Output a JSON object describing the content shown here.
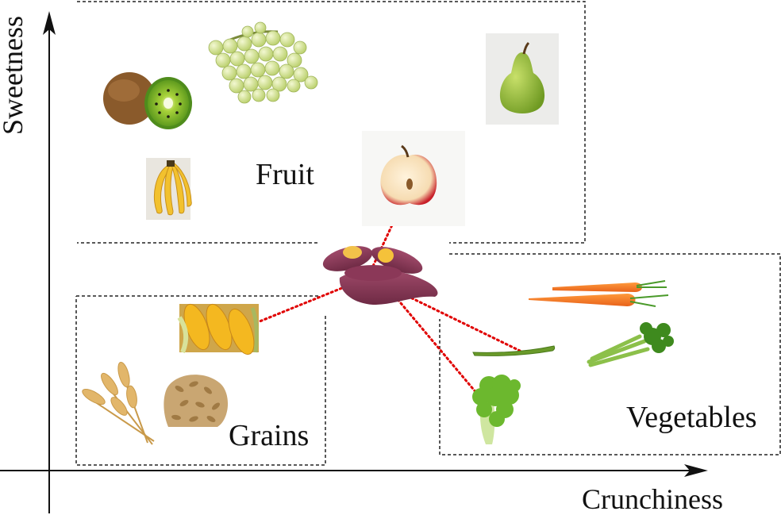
{
  "axes": {
    "y_label": "Sweetness",
    "x_label": "Crunchiness"
  },
  "groups": [
    {
      "id": "fruit",
      "label": "Fruit"
    },
    {
      "id": "grains",
      "label": "Grains"
    },
    {
      "id": "vegetables",
      "label": "Vegetables"
    }
  ],
  "items": [
    {
      "id": "kiwi",
      "group": "fruit",
      "icon": "kiwi-icon"
    },
    {
      "id": "grapes",
      "group": "fruit",
      "icon": "grapes-icon"
    },
    {
      "id": "pear",
      "group": "fruit",
      "icon": "pear-icon"
    },
    {
      "id": "banana",
      "group": "fruit",
      "icon": "banana-icon"
    },
    {
      "id": "apple",
      "group": "fruit",
      "icon": "apple-icon"
    },
    {
      "id": "sweet-potato",
      "group": "",
      "icon": "sweet-potato-icon"
    },
    {
      "id": "corn",
      "group": "grains",
      "icon": "corn-icon"
    },
    {
      "id": "wheat",
      "group": "grains",
      "icon": "wheat-icon"
    },
    {
      "id": "barley-grains",
      "group": "grains",
      "icon": "barley-icon"
    },
    {
      "id": "carrots",
      "group": "vegetables",
      "icon": "carrot-icon"
    },
    {
      "id": "green-bean",
      "group": "vegetables",
      "icon": "green-bean-icon"
    },
    {
      "id": "celery",
      "group": "vegetables",
      "icon": "celery-icon"
    },
    {
      "id": "lettuce",
      "group": "vegetables",
      "icon": "lettuce-icon"
    }
  ],
  "links": [
    {
      "from": "sweet-potato",
      "to": "apple"
    },
    {
      "from": "sweet-potato",
      "to": "corn"
    },
    {
      "from": "sweet-potato",
      "to": "green-bean"
    },
    {
      "from": "sweet-potato",
      "to": "lettuce"
    }
  ],
  "colors": {
    "link": "#e00000",
    "box_border": "#222222",
    "axis": "#111111"
  }
}
